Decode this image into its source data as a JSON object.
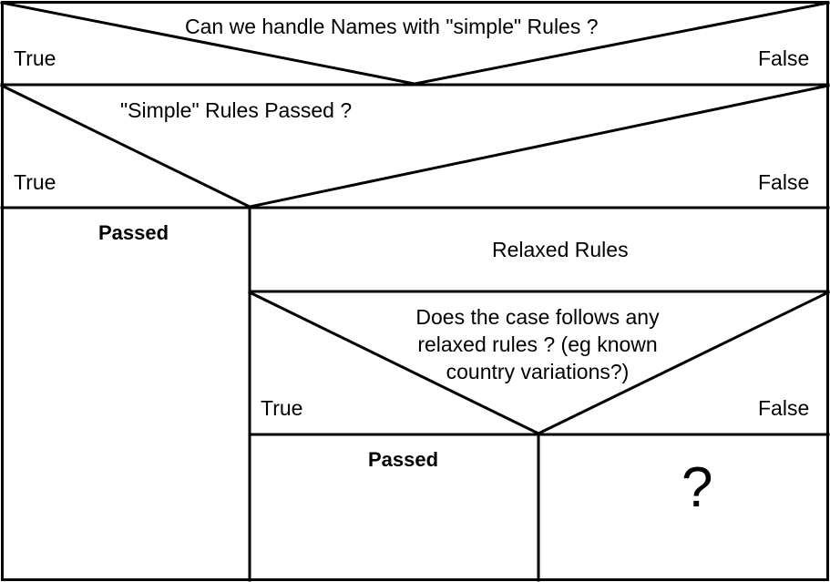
{
  "decisions": {
    "d1": {
      "question": "Can we handle Names with \"simple\" Rules ?",
      "true_label": "True",
      "false_label": "False"
    },
    "d2": {
      "question": "\"Simple\" Rules Passed ?",
      "true_label": "True",
      "false_label": "False"
    },
    "d3": {
      "question_lines": [
        "Does the case follows any",
        "relaxed rules ? (eg known",
        "country variations?)"
      ],
      "true_label": "True",
      "false_label": "False"
    }
  },
  "blocks": {
    "passed_left": "Passed",
    "relaxed_rules": "Relaxed Rules",
    "passed_inner": "Passed",
    "unknown": "?"
  }
}
